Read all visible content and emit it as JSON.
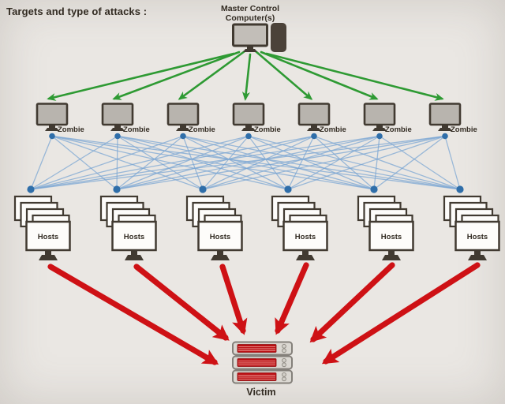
{
  "title": "Targets and type of attacks :",
  "labels": {
    "master_line1": "Master Control",
    "master_line2": "Computer(s)",
    "zombie": "Zombie",
    "hosts": "Hosts",
    "victim": "Victim"
  },
  "counts": {
    "zombies": 7,
    "host_stacks": 6,
    "monitors_per_host_stack": 5,
    "victim_servers": 3,
    "command_arrows": 7,
    "attack_arrows": 6,
    "zombie_host_links": 42
  },
  "colors": {
    "background": "#eae7e3",
    "text": "#322b22",
    "green_arrow": "#2e9a33",
    "red_arrow": "#ce1115",
    "blue_link": "#79a5d3",
    "blue_node": "#2f6ea9",
    "monitor_border": "#413a31",
    "zombie_screen": "#b8b4ae",
    "master_screen": "#c2beb8",
    "tower": "#4b4239",
    "host_screen": "#fdfcfa",
    "server_border": "#84807a",
    "server_body": "#dbd8d2",
    "server_panel": "#ba0f13",
    "server_panel_edge": "#8f0b0e",
    "server_stripe_light": "#ec9a94",
    "server_led_fill": "#d2cfc8",
    "server_led_stroke": "#8b877f"
  }
}
